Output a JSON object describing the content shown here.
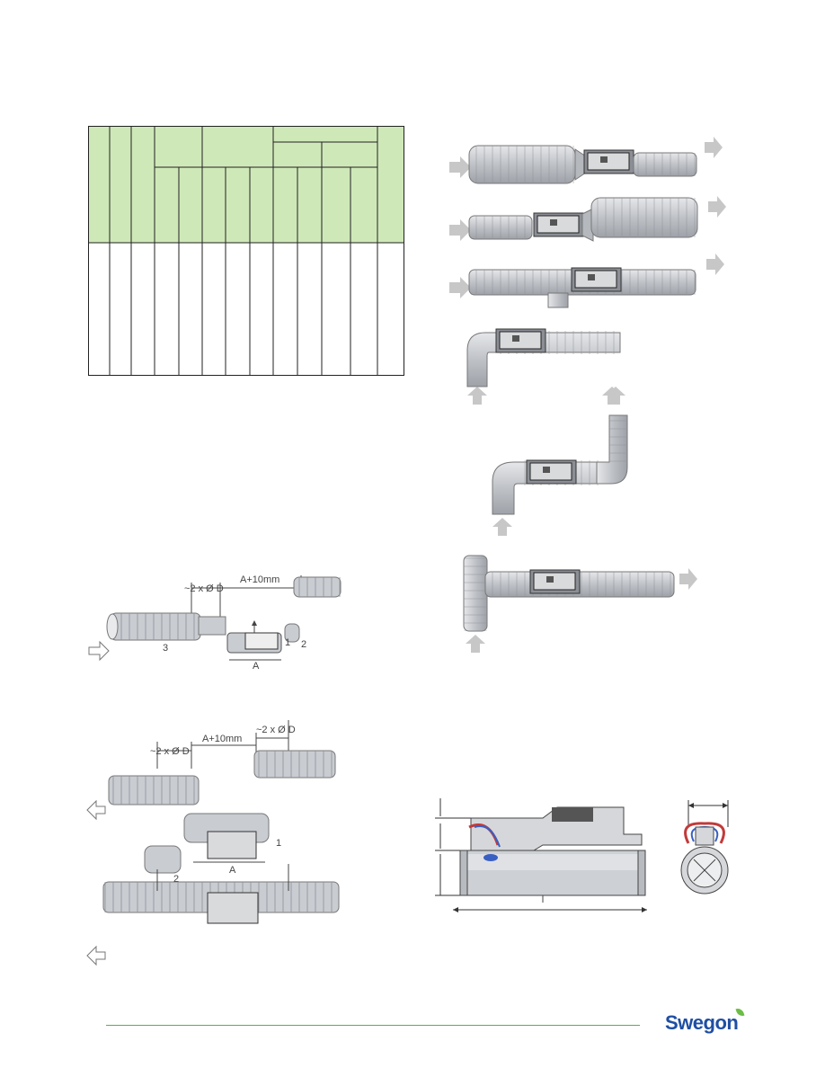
{
  "table": {
    "header_color": "#cfe8b8",
    "columns": 13,
    "rows": 1
  },
  "figures": {
    "install_1": {
      "dim_2xd": "~2 x Ø D",
      "dim_a10": "A+10mm",
      "label_a": "A",
      "callouts": [
        "1",
        "2",
        "3"
      ]
    },
    "install_2": {
      "dim_2xd_left": "~2 x Ø D",
      "dim_a10": "A+10mm",
      "dim_2xd_right": "~2 x Ø D",
      "label_a": "A",
      "callouts": [
        "1",
        "2"
      ]
    }
  },
  "footer": {
    "brand": "Swegon",
    "line_color": "#5bb04e",
    "brand_color": "#1f4fa3"
  }
}
